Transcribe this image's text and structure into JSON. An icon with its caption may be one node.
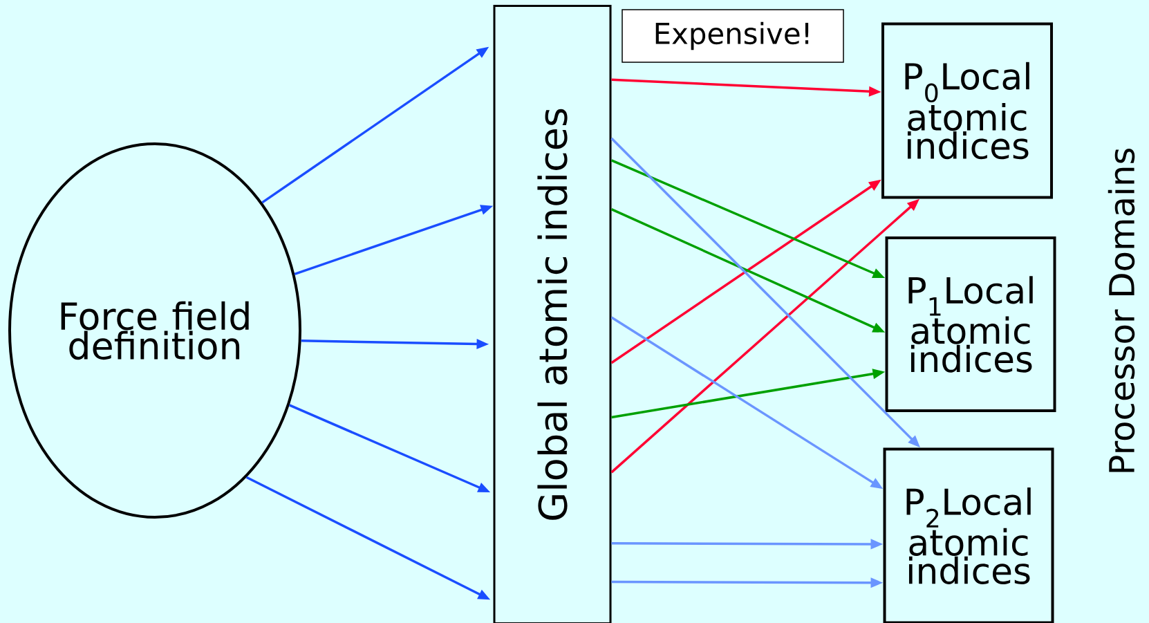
{
  "diagram": {
    "nodes": [
      {
        "text": [
          "Force field definition"
        ]
      },
      {
        "text": [
          "Global atomic indices"
        ]
      },
      {
        "text": [
          "P$_{0}$Local atomic indices"
        ]
      },
      {
        "text": [
          "P$_{1}$Local atomic indices"
        ]
      },
      {
        "text": [
          "P$_{2}$Local atomic indices"
        ]
      },
      {
        "text": [
          "Expensive!"
        ]
      }
    ],
    "edges": [
      {
        "from": 0,
        "to": 1,
        "arrow": "to"
      },
      {
        "from": 0,
        "to": 1,
        "arrow": "to"
      },
      {
        "from": 0,
        "to": 1,
        "arrow": "to"
      },
      {
        "from": 0,
        "to": 1,
        "arrow": "to"
      },
      {
        "from": 0,
        "to": 1,
        "arrow": "to"
      },
      {
        "from": 1,
        "to": 2,
        "arrow": "to",
        "color": "#ff0033"
      },
      {
        "from": 1,
        "to": 2,
        "arrow": "to",
        "color": "#ff0033"
      },
      {
        "from": 1,
        "to": 2,
        "arrow": "to",
        "color": "#ff0033"
      },
      {
        "from": 1,
        "to": 3,
        "arrow": "to",
        "color": "#00a000"
      },
      {
        "from": 1,
        "to": 3,
        "arrow": "to",
        "color": "#00a000"
      },
      {
        "from": 1,
        "to": 3,
        "arrow": "to",
        "color": "#00a000"
      },
      {
        "from": 1,
        "to": 4,
        "arrow": "to",
        "color": "#6a95ff"
      },
      {
        "from": 1,
        "to": 4,
        "arrow": "to",
        "color": "#6a95ff"
      },
      {
        "from": 1,
        "to": 4,
        "arrow": "to",
        "color": "#6a95ff"
      },
      {
        "from": 1,
        "to": 4,
        "arrow": "to",
        "color": "#6a95ff"
      }
    ],
    "labels": [
      "Processor Domains"
    ]
  }
}
